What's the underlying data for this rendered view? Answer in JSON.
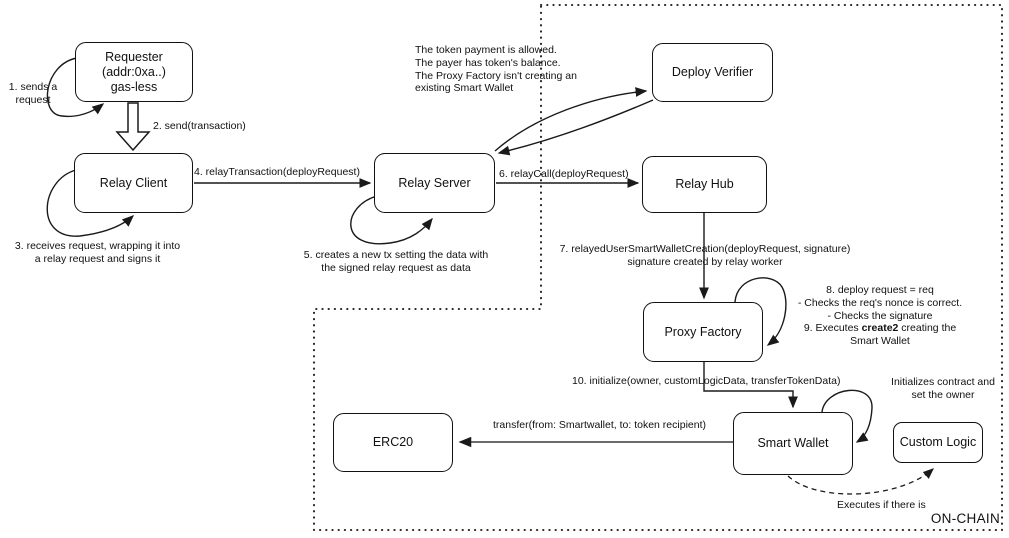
{
  "diagram": {
    "onchain_label": "ON-CHAIN",
    "nodes": {
      "requester": "Requester\n(addr:0xa..)\ngas-less",
      "relay_client": "Relay Client",
      "relay_server": "Relay Server",
      "deploy_verifier": "Deploy Verifier",
      "relay_hub": "Relay Hub",
      "proxy_factory": "Proxy Factory",
      "smart_wallet": "Smart Wallet",
      "erc20": "ERC20",
      "custom_logic": "Custom Logic"
    },
    "annotations": {
      "step1": "1. sends a\nrequest",
      "step2": "2. send(transaction)",
      "step3": "3. receives request, wrapping it into\na relay request and signs it",
      "step4": "4. relayTransaction(deployRequest)",
      "step5": "5. creates a new tx setting the data with\nthe signed relay request as data",
      "step6": "6. relayCall(deployRequest)",
      "step7": "7. relayedUserSmartWalletCreation(deployRequest, signature)\nsignature created by relay worker",
      "verifier_note": "The token payment is allowed.\nThe payer has token's balance.\nThe Proxy Factory isn't creating an\nexisting Smart Wallet",
      "step8_9_pre": "8. deploy request = req\n- Checks the req's nonce is correct.\n- Checks the signature\n9. Executes ",
      "step8_9_bold": "create2",
      "step8_9_post": " creating the\nSmart Wallet",
      "step10": "10. initialize(owner, customLogicData, transferTokenData)",
      "initializes_note": "Initializes contract and\nset the owner",
      "transfer": "transfer(from: Smartwallet, to: token recipient)",
      "executes_note": "Executes if there is"
    },
    "colors": {
      "line": "#1a1a1a",
      "background": "#ffffff"
    }
  }
}
